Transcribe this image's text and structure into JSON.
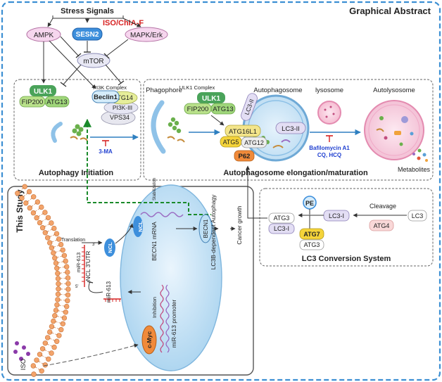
{
  "title": "Graphical Abstract",
  "stress": {
    "signals": "Stress Signals",
    "iso": "ISO/ChIA-F",
    "ampk": "AMPK",
    "sesn2": "SESN2",
    "mapk": "MAPK/Erk",
    "mtor": "mTOR"
  },
  "initiation": {
    "title": "Autophagy Initiation",
    "ulk1": "ULK1",
    "fip200": "FIP200",
    "atg13": "ATG13",
    "pi3k_complex": "PI3K Complex",
    "beclin1": "Beclin1",
    "atg14": "ATG14",
    "pi3k3": "PI3K-III",
    "vps34": "VPS34",
    "inhibitor": "3-MA"
  },
  "elongation": {
    "title": "Autophagosome elongation/maturation",
    "phagophore": "Phagophore",
    "ulk1_complex": "ULK1 Complex",
    "ulk1": "ULK1",
    "fip200": "FIP200",
    "atg13": "ATG13",
    "autophagosome": "Autophagosome",
    "lc3ii_a": "LC3-II",
    "lc3ii_b": "LC3-II",
    "atg16l1": "ATG16L1",
    "atg5": "ATG5",
    "atg12": "ATG12",
    "p62": "P62",
    "lysosome": "lysosome",
    "autolysosome": "Autolysosome",
    "bafilomycin": "Bafilomycin A1",
    "cq_hcq": "CQ, HCQ",
    "metabolites": "Metabolites"
  },
  "study": {
    "title": "This Study",
    "translation": "Translation",
    "ncl_3utr": "NCL 3'UTR",
    "mir613_a": "miR-613",
    "ncl_a": "NCL",
    "ncl_b": "NCL",
    "stabilization": "Stabilization",
    "becn1_mrna": "BECN1 mRNA",
    "becn1": "BECN1",
    "lc3b_autophagy": "LC3B-dependent Autophagy",
    "cancer_growth": "Cancer growth",
    "mir613_b": "miR-613",
    "inhibition": "Inhibition",
    "mir613_promoter": "miR-613 promoter",
    "cmyc": "c-Myc",
    "iso": "ISO",
    "utr_5": "5'",
    "utr_3": "3'"
  },
  "lc3": {
    "title": "LC3 Conversion System",
    "pe": "PE",
    "atg3_a": "ATG3",
    "lc3i_a": "LC3-I",
    "lc3i_b": "LC3-I",
    "cleavage": "Cleavage",
    "lc3": "LC3",
    "atg4": "ATG4",
    "atg7": "ATG7",
    "atg3_b": "ATG3"
  }
}
